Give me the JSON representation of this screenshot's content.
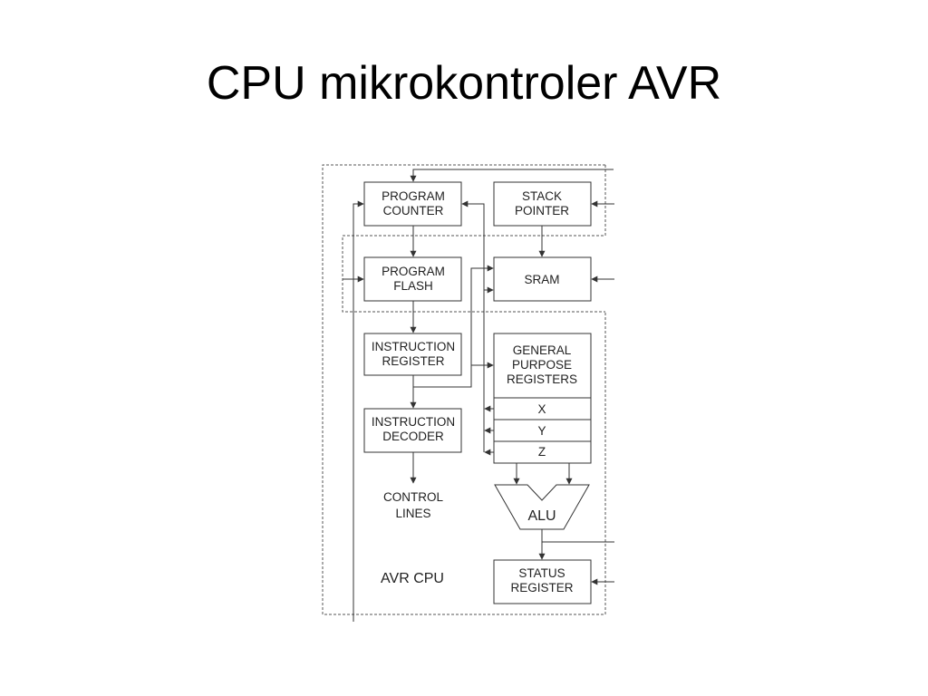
{
  "title": "CPU mikrokontroler AVR",
  "diagram": {
    "program_counter": [
      "PROGRAM",
      "COUNTER"
    ],
    "stack_pointer": [
      "STACK",
      "POINTER"
    ],
    "program_flash": [
      "PROGRAM",
      "FLASH"
    ],
    "sram": "SRAM",
    "instruction_register": [
      "INSTRUCTION",
      "REGISTER"
    ],
    "general_purpose_registers": [
      "GENERAL",
      "PURPOSE",
      "REGISTERS"
    ],
    "reg_x": "X",
    "reg_y": "Y",
    "reg_z": "Z",
    "instruction_decoder": [
      "INSTRUCTION",
      "DECODER"
    ],
    "control_lines": [
      "CONTROL",
      "LINES"
    ],
    "alu": "ALU",
    "avr_cpu": "AVR CPU",
    "status_register": [
      "STATUS",
      "REGISTER"
    ]
  }
}
